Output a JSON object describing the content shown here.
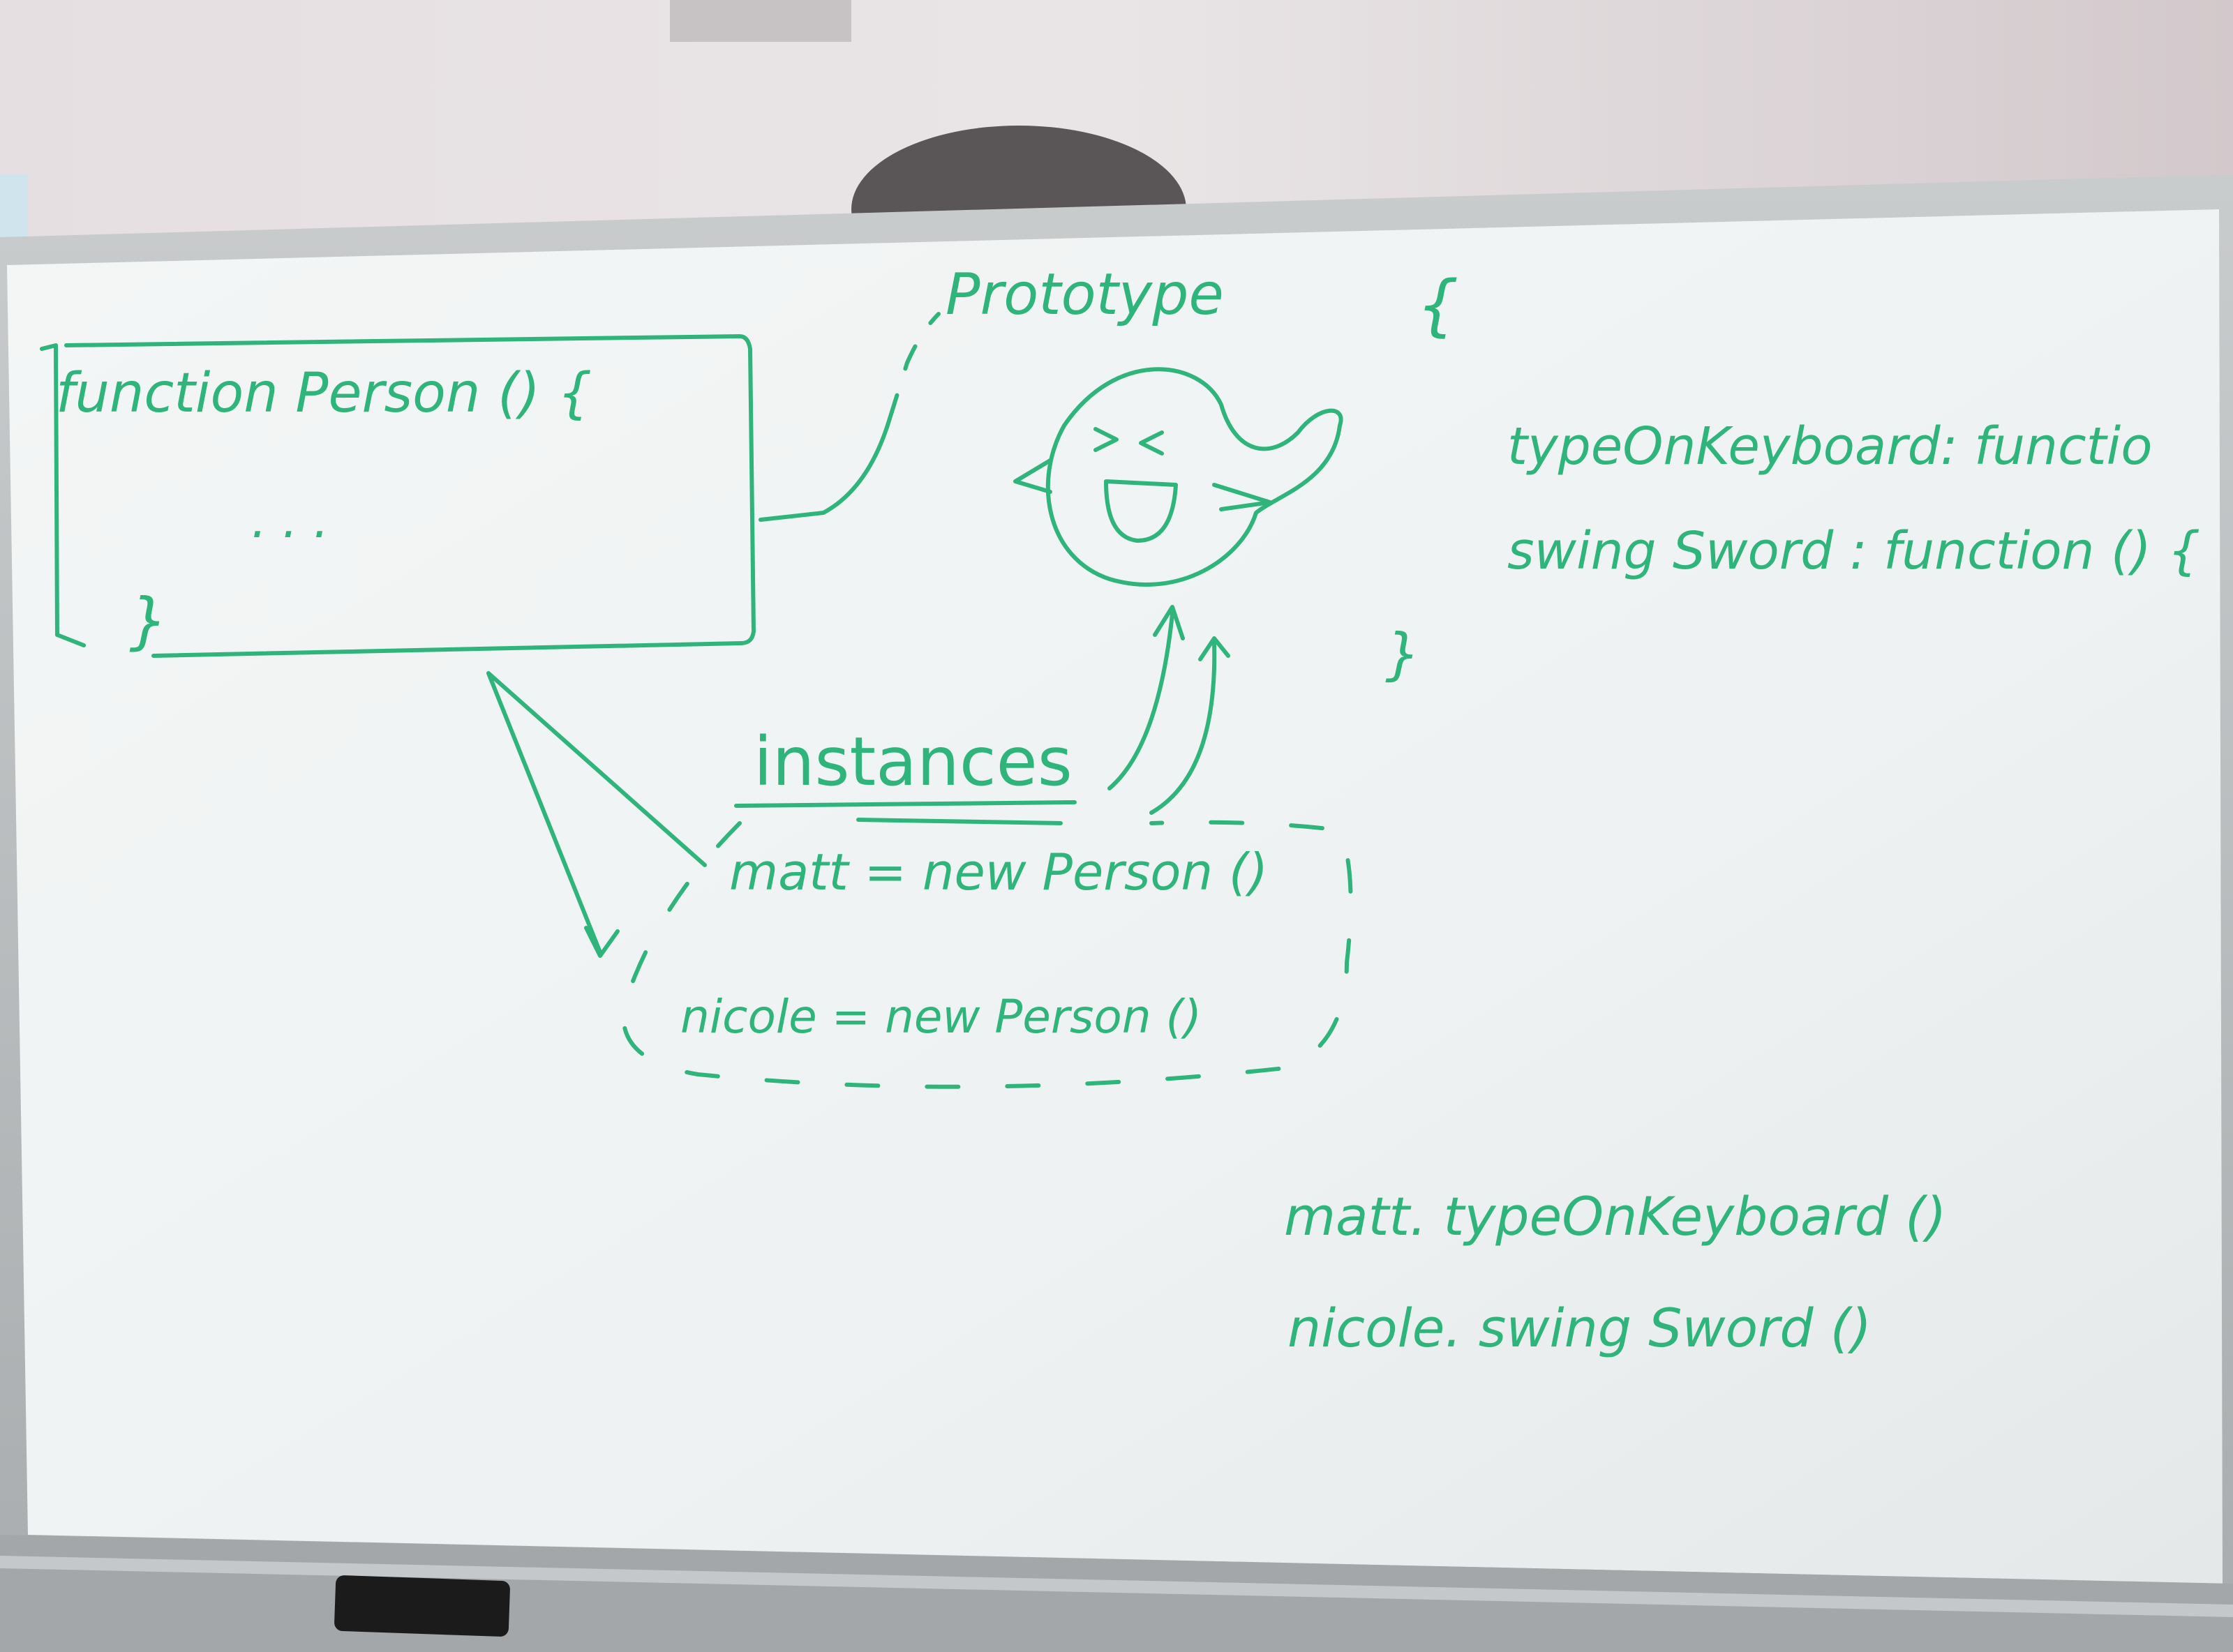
{
  "colors": {
    "marker": "#2fb57b",
    "board": "#f2f5f5",
    "wall": "#e2dcde",
    "frame": "#b9bcbe",
    "tray": "#9ea2a5",
    "eraser": "#1b1b1b"
  },
  "board": {
    "prototype_label": "Prototype",
    "open_brace": "{",
    "function_line": "function Person () {",
    "ellipsis": ". . .",
    "function_close": "}",
    "instances_label": "instances",
    "matt_line": "matt = new Person ()",
    "nicole_line": "nicole = new Person ()",
    "method1": "typeOnKeyboard: functio",
    "method2": "swing Sword : function () {",
    "proto_close": "}",
    "call1": "matt. typeOnKeyboard ()",
    "call2": "nicole. swing Sword ()"
  }
}
